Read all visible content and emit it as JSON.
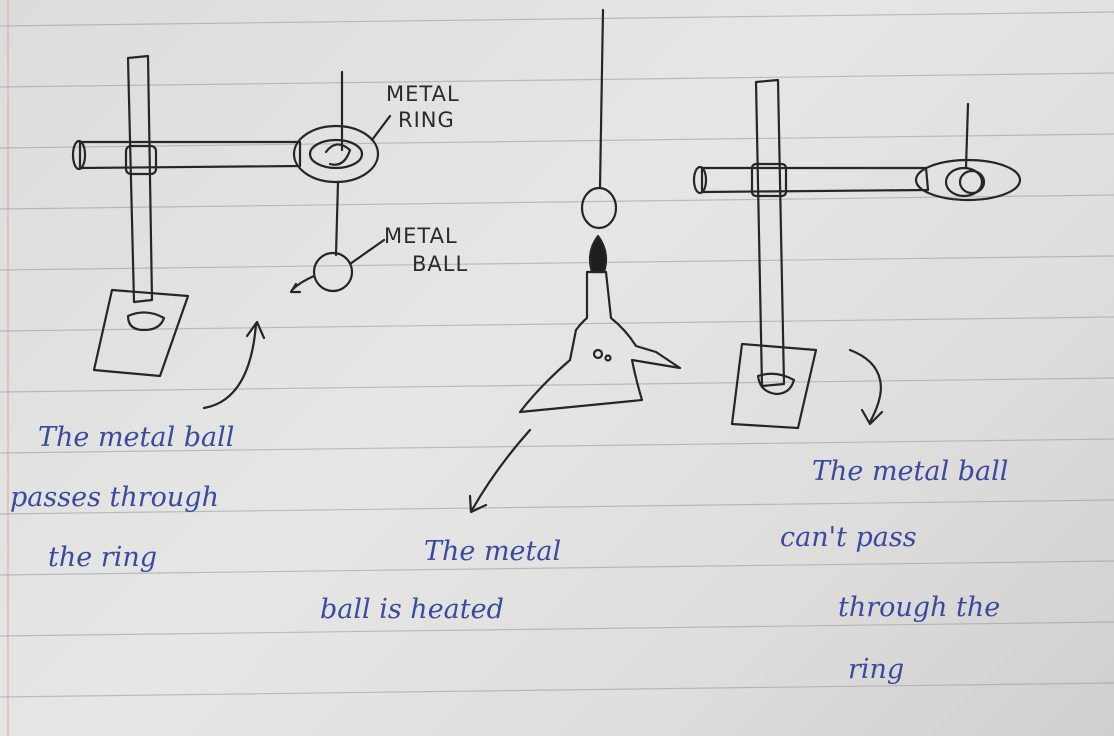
{
  "labels": {
    "metal_ring": [
      "METAL",
      "RING"
    ],
    "metal_ball": [
      "METAL",
      "BALL"
    ],
    "caption_left": [
      "The metal ball",
      "passes through",
      "the ring"
    ],
    "caption_middle": [
      "The metal",
      "ball is heated"
    ],
    "caption_right": [
      "The metal ball",
      "can't pass",
      "through the",
      "ring"
    ]
  },
  "colors": {
    "pencil": "#262626",
    "blue_ink": "#3a4aa0",
    "paper": "#e2e2e1",
    "ruling": "#8f9aa8",
    "margin": "#e39a9a"
  }
}
